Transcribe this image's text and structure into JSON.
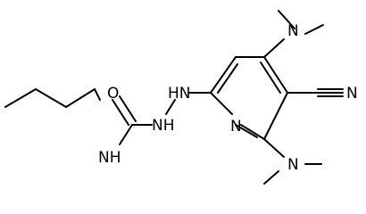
{
  "structure": {
    "atoms": [
      {
        "id": "n_ring",
        "label": "N"
      },
      {
        "id": "n_hydrazine_1",
        "label": "HN"
      },
      {
        "id": "n_hydrazine_2",
        "label": "NH"
      },
      {
        "id": "o_carbonyl",
        "label": "O"
      },
      {
        "id": "n_amide",
        "label": "NH"
      },
      {
        "id": "n_dimethyl_top",
        "label": "N"
      },
      {
        "id": "n_nitrile",
        "label": "N"
      },
      {
        "id": "n_dimethyl_bottom",
        "label": "N"
      }
    ]
  },
  "colors": {
    "bond": "#000000",
    "text": "#000000",
    "background": "#ffffff"
  }
}
